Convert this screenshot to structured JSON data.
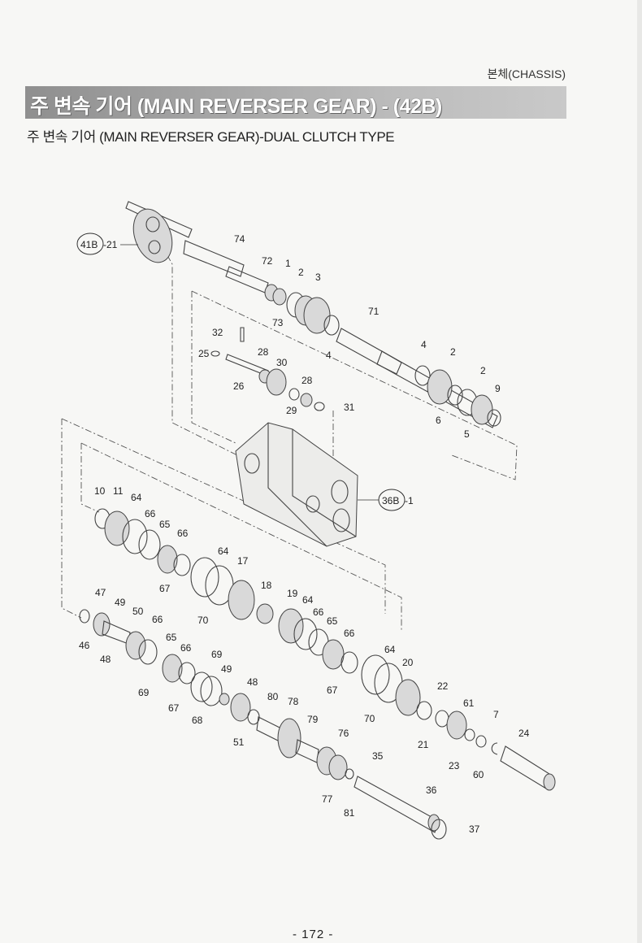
{
  "header": {
    "section": "본체(CHASSIS)"
  },
  "title": "주 변속 기어  (MAIN REVERSER GEAR) - (42B)",
  "subtitle": "주 변속 기어 (MAIN REVERSER GEAR)-DUAL CLUTCH TYPE",
  "refs": {
    "ref_41b": "41B",
    "ref_41b_suffix": "-21",
    "ref_36b": "36B",
    "ref_36b_suffix": "-1"
  },
  "labels": {
    "l74": "74",
    "l72": "72",
    "l1": "1",
    "l2a": "2",
    "l3": "3",
    "l73": "73",
    "l71": "71",
    "l4a": "4",
    "l4b": "4",
    "l2b": "2",
    "l2c": "2",
    "l9": "9",
    "l6": "6",
    "l5": "5",
    "l32": "32",
    "l25": "25",
    "l26": "26",
    "l28a": "28",
    "l30": "30",
    "l28b": "28",
    "l29": "29",
    "l31": "31",
    "l10": "10",
    "l11": "11",
    "l64a": "64",
    "l66a": "66",
    "l65a": "65",
    "l66b": "66",
    "l67a": "67",
    "l64b": "64",
    "l17": "17",
    "l70a": "70",
    "l18": "18",
    "l19": "19",
    "l64c": "64",
    "l66c": "66",
    "l65b": "65",
    "l66d": "66",
    "l67b": "67",
    "l64d": "64",
    "l20": "20",
    "l70b": "70",
    "l22": "22",
    "l61": "61",
    "l21": "21",
    "l7": "7",
    "l23": "23",
    "l60": "60",
    "l24": "24",
    "l47": "47",
    "l49a": "49",
    "l46": "46",
    "l48a": "48",
    "l50": "50",
    "l66e": "66",
    "l65c": "65",
    "l66f": "66",
    "l69a": "69",
    "l67c": "67",
    "l69b": "69",
    "l49b": "49",
    "l68": "68",
    "l48b": "48",
    "l51": "51",
    "l80": "80",
    "l78": "78",
    "l79": "79",
    "l76": "76",
    "l77": "77",
    "l81": "81",
    "l35": "35",
    "l36": "36",
    "l37": "37"
  },
  "footer": {
    "page_number": "- 172 -"
  }
}
